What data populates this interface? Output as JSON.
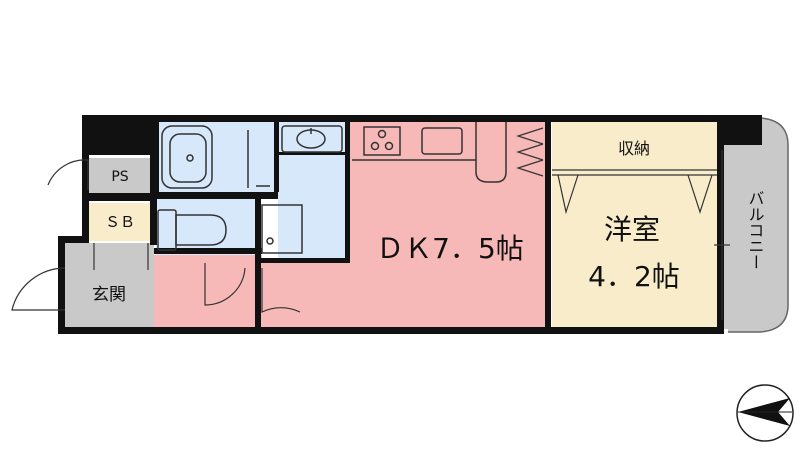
{
  "rooms": {
    "ps": "PS",
    "sb": "ＳＢ",
    "entrance": "玄関",
    "dk": "ＤＫ7．5帖",
    "western_name": "洋室",
    "western_size": "4．2帖",
    "storage": "収納",
    "balcony": "バルコニー"
  },
  "compass": {
    "direction": "north",
    "orientation_deg": 180
  },
  "colors": {
    "dk_floor": "#f7b8b8",
    "wet_area": "#d7e8fb",
    "western_room": "#f8eccb",
    "entry_ps": "#c9c9c9",
    "wall": "#111111"
  }
}
